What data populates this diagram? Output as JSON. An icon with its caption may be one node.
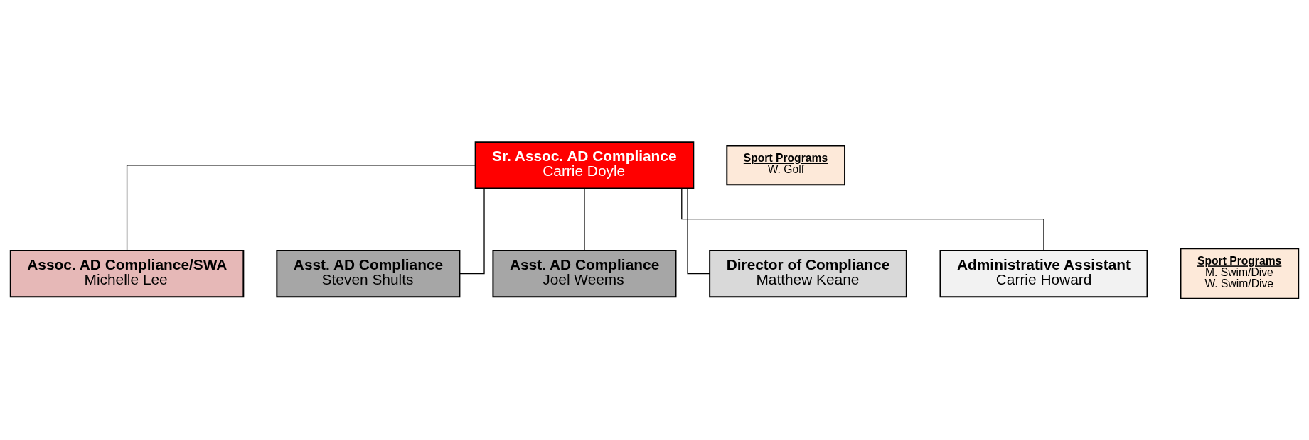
{
  "diagram": {
    "nodes": [
      {
        "text": [
          "Sr. Assoc. AD Compliance",
          "Carrie Doyle"
        ]
      },
      {
        "text": [
          "Sport Programs",
          "W. Golf"
        ]
      },
      {
        "text": [
          "Assoc. AD Compliance/SWA",
          "Michelle Lee"
        ]
      },
      {
        "text": [
          "Sport Programs",
          "M. Swim/Dive",
          "W. Swim/Dive"
        ]
      },
      {
        "text": [
          "Asst. AD Compliance",
          "Steven Shults"
        ]
      },
      {
        "text": [
          "Asst. AD Compliance",
          "Joel Weems"
        ]
      },
      {
        "text": [
          "Director of Compliance",
          "Matthew Keane"
        ]
      },
      {
        "text": [
          "Administrative Assistant",
          "Carrie Howard"
        ]
      }
    ],
    "edges": [
      {
        "from": 0,
        "to": 2,
        "arrow": "none"
      },
      {
        "from": 0,
        "to": 4,
        "arrow": "none"
      },
      {
        "from": 0,
        "to": 5,
        "arrow": "none"
      },
      {
        "from": 0,
        "to": 6,
        "arrow": "none"
      },
      {
        "from": 0,
        "to": 7,
        "arrow": "none"
      }
    ]
  }
}
